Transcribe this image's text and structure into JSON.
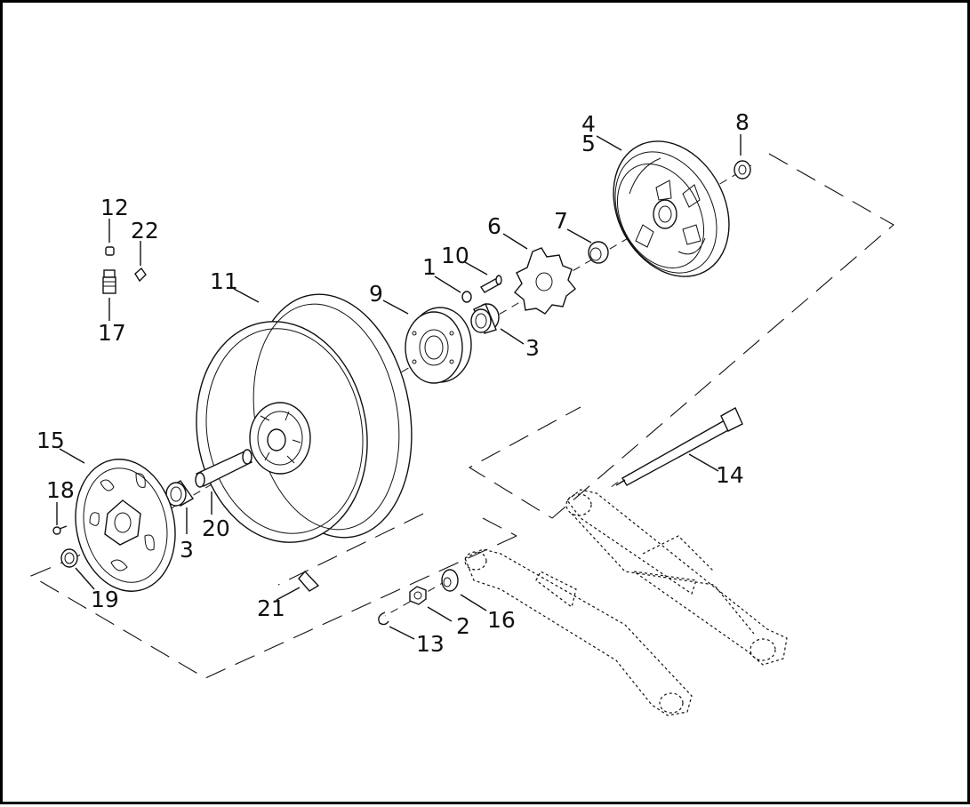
{
  "callouts": [
    {
      "id": "c4",
      "label": "4"
    },
    {
      "id": "c5",
      "label": "5"
    },
    {
      "id": "c8",
      "label": "8"
    },
    {
      "id": "c12",
      "label": "12"
    },
    {
      "id": "c22",
      "label": "22"
    },
    {
      "id": "c6",
      "label": "6"
    },
    {
      "id": "c7",
      "label": "7"
    },
    {
      "id": "c10",
      "label": "10"
    },
    {
      "id": "c1",
      "label": "1"
    },
    {
      "id": "c11",
      "label": "11"
    },
    {
      "id": "c9",
      "label": "9"
    },
    {
      "id": "c17",
      "label": "17"
    },
    {
      "id": "c3a",
      "label": "3"
    },
    {
      "id": "c15",
      "label": "15"
    },
    {
      "id": "c14",
      "label": "14"
    },
    {
      "id": "c18",
      "label": "18"
    },
    {
      "id": "c20",
      "label": "20"
    },
    {
      "id": "c3b",
      "label": "3"
    },
    {
      "id": "c19",
      "label": "19"
    },
    {
      "id": "c21",
      "label": "21"
    },
    {
      "id": "c2",
      "label": "2"
    },
    {
      "id": "c16",
      "label": "16"
    },
    {
      "id": "c13",
      "label": "13"
    }
  ]
}
